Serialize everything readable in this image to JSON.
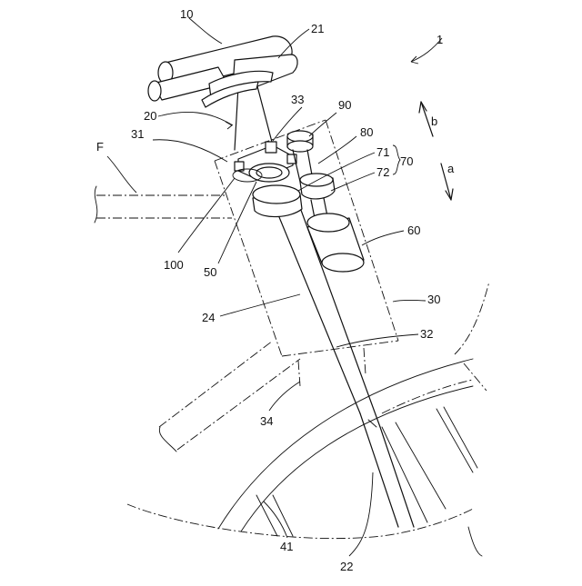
{
  "labels": {
    "l10": "10",
    "l21": "21",
    "l1": "1",
    "l33": "33",
    "l90": "90",
    "l20": "20",
    "l31": "31",
    "lb": "b",
    "l80": "80",
    "lF": "F",
    "l71": "71",
    "l70": "70",
    "l72": "72",
    "la": "a",
    "l60": "60",
    "l100": "100",
    "l50": "50",
    "l30": "30",
    "l24": "24",
    "l32": "32",
    "l34": "34",
    "l41": "41",
    "l22": "22"
  }
}
